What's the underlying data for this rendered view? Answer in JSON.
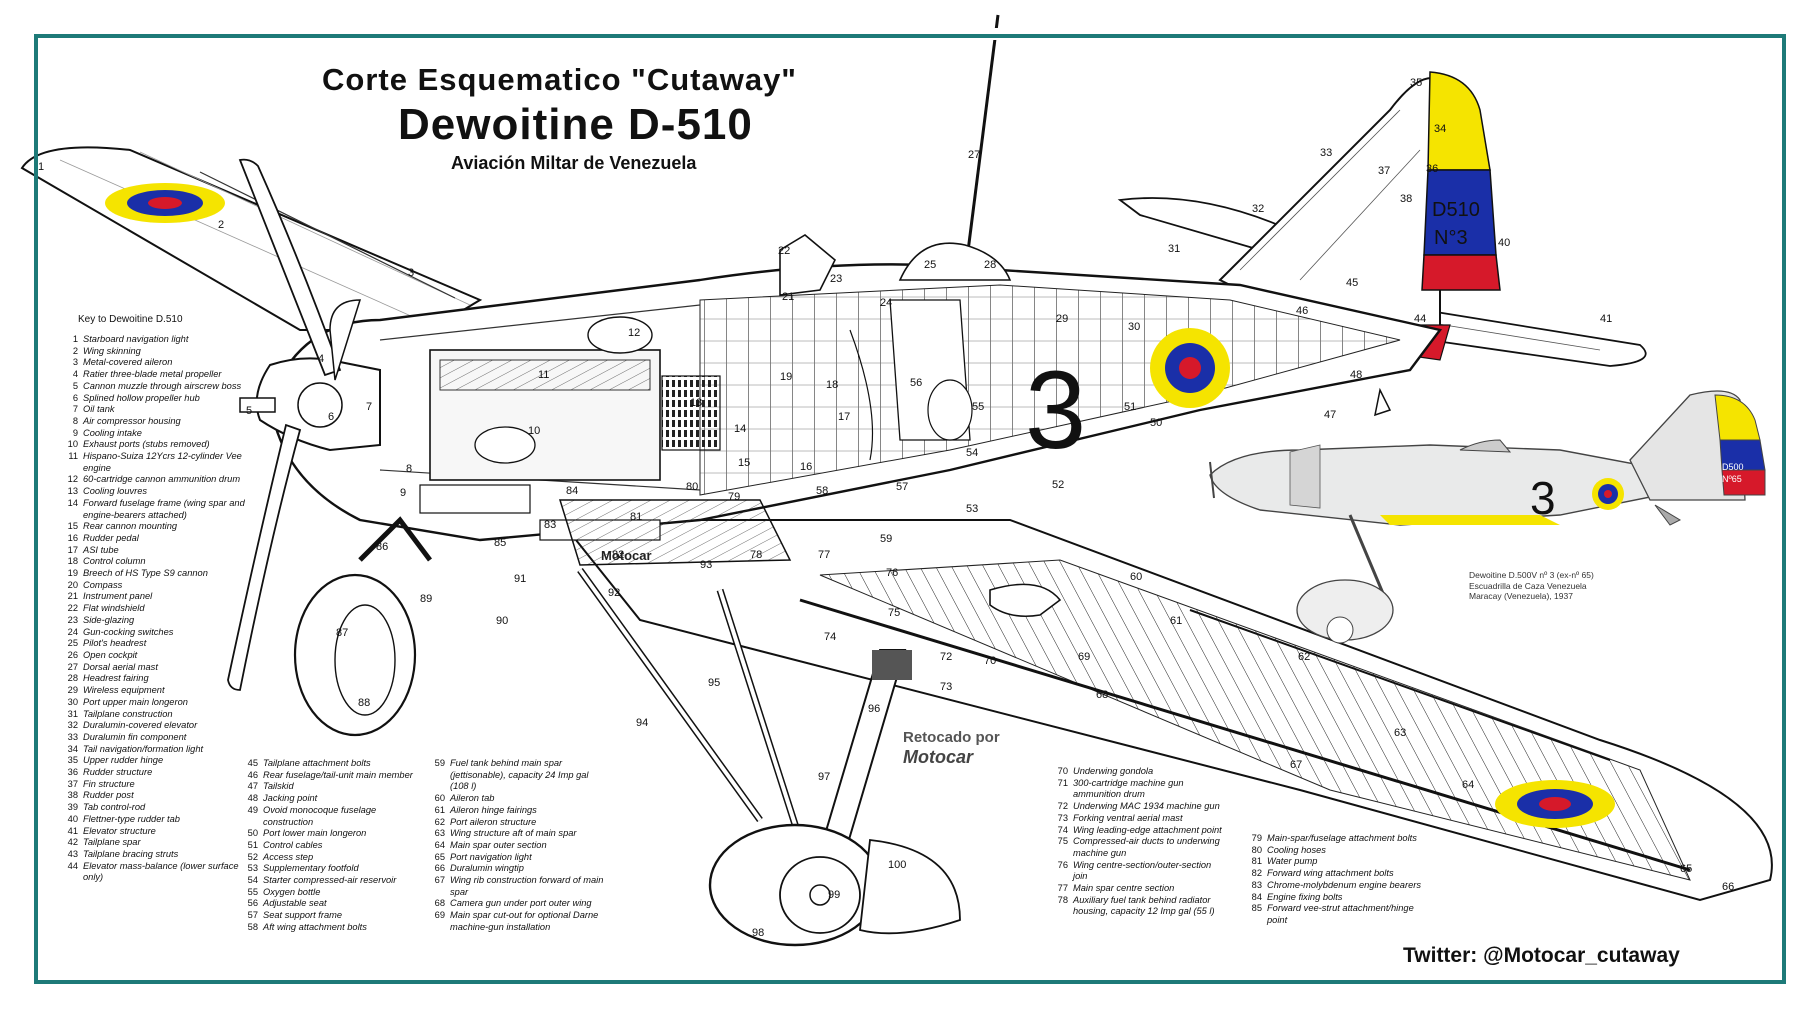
{
  "title": {
    "line1": "Corte Esquematico \"Cutaway\"",
    "line2": "Dewoitine D-510",
    "line3": "Aviación Miltar de Venezuela"
  },
  "key": {
    "heading": "Key to Dewoitine D.510",
    "columns": [
      [
        {
          "n": "1",
          "label": "Starboard navigation light"
        },
        {
          "n": "2",
          "label": "Wing skinning"
        },
        {
          "n": "3",
          "label": "Metal-covered aileron"
        },
        {
          "n": "4",
          "label": "Ratier three-blade metal propeller"
        },
        {
          "n": "5",
          "label": "Cannon muzzle through airscrew boss"
        },
        {
          "n": "6",
          "label": "Splined hollow propeller hub"
        },
        {
          "n": "7",
          "label": "Oil tank"
        },
        {
          "n": "8",
          "label": "Air compressor housing"
        },
        {
          "n": "9",
          "label": "Cooling intake"
        },
        {
          "n": "10",
          "label": "Exhaust ports (stubs removed)"
        },
        {
          "n": "11",
          "label": "Hispano-Suiza 12Ycrs 12-cylinder Vee engine"
        },
        {
          "n": "12",
          "label": "60-cartridge cannon ammunition drum"
        },
        {
          "n": "13",
          "label": "Cooling louvres"
        },
        {
          "n": "14",
          "label": "Forward fuselage frame (wing spar and engine-bearers attached)"
        },
        {
          "n": "15",
          "label": "Rear cannon mounting"
        },
        {
          "n": "16",
          "label": "Rudder pedal"
        },
        {
          "n": "17",
          "label": "ASI tube"
        },
        {
          "n": "18",
          "label": "Control column"
        },
        {
          "n": "19",
          "label": "Breech of HS Type S9 cannon"
        },
        {
          "n": "20",
          "label": "Compass"
        },
        {
          "n": "21",
          "label": "Instrument panel"
        },
        {
          "n": "22",
          "label": "Flat windshield"
        },
        {
          "n": "23",
          "label": "Side-glazing"
        },
        {
          "n": "24",
          "label": "Gun-cocking switches"
        },
        {
          "n": "25",
          "label": "Pilot's headrest"
        },
        {
          "n": "26",
          "label": "Open cockpit"
        },
        {
          "n": "27",
          "label": "Dorsal aerial mast"
        },
        {
          "n": "28",
          "label": "Headrest fairing"
        },
        {
          "n": "29",
          "label": "Wireless equipment"
        },
        {
          "n": "30",
          "label": "Port upper main longeron"
        },
        {
          "n": "31",
          "label": "Tailplane construction"
        },
        {
          "n": "32",
          "label": "Duralumin-covered elevator"
        },
        {
          "n": "33",
          "label": "Duralumin fin component"
        },
        {
          "n": "34",
          "label": "Tail navigation/formation light"
        },
        {
          "n": "35",
          "label": "Upper rudder hinge"
        },
        {
          "n": "36",
          "label": "Rudder structure"
        },
        {
          "n": "37",
          "label": "Fin structure"
        },
        {
          "n": "38",
          "label": "Rudder post"
        },
        {
          "n": "39",
          "label": "Tab control-rod"
        },
        {
          "n": "40",
          "label": "Flettner-type rudder tab"
        },
        {
          "n": "41",
          "label": "Elevator structure"
        },
        {
          "n": "42",
          "label": "Tailplane spar"
        },
        {
          "n": "43",
          "label": "Tailplane bracing struts"
        },
        {
          "n": "44",
          "label": "Elevator mass-balance (lower surface only)"
        }
      ],
      [
        {
          "n": "45",
          "label": "Tailplane attachment bolts"
        },
        {
          "n": "46",
          "label": "Rear fuselage/tail-unit main member"
        },
        {
          "n": "47",
          "label": "Tailskid"
        },
        {
          "n": "48",
          "label": "Jacking point"
        },
        {
          "n": "49",
          "label": "Ovoid monocoque fuselage construction"
        },
        {
          "n": "50",
          "label": "Port lower main longeron"
        },
        {
          "n": "51",
          "label": "Control cables"
        },
        {
          "n": "52",
          "label": "Access step"
        },
        {
          "n": "53",
          "label": "Supplementary footfold"
        },
        {
          "n": "54",
          "label": "Starter compressed-air reservoir"
        },
        {
          "n": "55",
          "label": "Oxygen bottle"
        },
        {
          "n": "56",
          "label": "Adjustable seat"
        },
        {
          "n": "57",
          "label": "Seat support frame"
        },
        {
          "n": "58",
          "label": "Aft wing attachment bolts"
        }
      ],
      [
        {
          "n": "59",
          "label": "Fuel tank behind main spar (jettisonable), capacity 24 Imp gal (108 l)"
        },
        {
          "n": "60",
          "label": "Aileron tab"
        },
        {
          "n": "61",
          "label": "Aileron hinge fairings"
        },
        {
          "n": "62",
          "label": "Port aileron structure"
        },
        {
          "n": "63",
          "label": "Wing structure aft of main spar"
        },
        {
          "n": "64",
          "label": "Main spar outer section"
        },
        {
          "n": "65",
          "label": "Port navigation light"
        },
        {
          "n": "66",
          "label": "Duralumin wingtip"
        },
        {
          "n": "67",
          "label": "Wing rib construction forward of main spar"
        },
        {
          "n": "68",
          "label": "Camera gun under port outer wing"
        },
        {
          "n": "69",
          "label": "Main spar cut-out for optional Darne machine-gun installation"
        }
      ],
      [
        {
          "n": "70",
          "label": "Underwing gondola"
        },
        {
          "n": "71",
          "label": "300-cartridge machine gun ammunition drum"
        },
        {
          "n": "72",
          "label": "Underwing MAC 1934 machine gun"
        },
        {
          "n": "73",
          "label": "Forking ventral aerial mast"
        },
        {
          "n": "74",
          "label": "Wing leading-edge attachment point"
        },
        {
          "n": "75",
          "label": "Compressed-air ducts to underwing machine gun"
        },
        {
          "n": "76",
          "label": "Wing centre-section/outer-section join"
        },
        {
          "n": "77",
          "label": "Main spar centre section"
        },
        {
          "n": "78",
          "label": "Auxiliary fuel tank behind radiator housing, capacity 12 Imp gal (55 l)"
        }
      ],
      [
        {
          "n": "79",
          "label": "Main-spar/fuselage attachment bolts"
        },
        {
          "n": "80",
          "label": "Cooling hoses"
        },
        {
          "n": "81",
          "label": "Water pump"
        },
        {
          "n": "82",
          "label": "Forward wing attachment bolts"
        },
        {
          "n": "83",
          "label": "Chrome-molybdenum engine bearers"
        },
        {
          "n": "84",
          "label": "Engine fixing bolts"
        },
        {
          "n": "85",
          "label": "Forward vee-strut attachment/hinge point"
        }
      ]
    ]
  },
  "callouts": [
    {
      "n": "1"
    },
    {
      "n": "2"
    },
    {
      "n": "3"
    },
    {
      "n": "4"
    },
    {
      "n": "5"
    },
    {
      "n": "6"
    },
    {
      "n": "7"
    },
    {
      "n": "8"
    },
    {
      "n": "9"
    },
    {
      "n": "10"
    },
    {
      "n": "11"
    },
    {
      "n": "12"
    },
    {
      "n": "13"
    },
    {
      "n": "14"
    },
    {
      "n": "15"
    },
    {
      "n": "16"
    },
    {
      "n": "17"
    },
    {
      "n": "18"
    },
    {
      "n": "19"
    },
    {
      "n": "21"
    },
    {
      "n": "22"
    },
    {
      "n": "23"
    },
    {
      "n": "24"
    },
    {
      "n": "25"
    },
    {
      "n": "27"
    },
    {
      "n": "28"
    },
    {
      "n": "29"
    },
    {
      "n": "30"
    },
    {
      "n": "31"
    },
    {
      "n": "32"
    },
    {
      "n": "33"
    },
    {
      "n": "34"
    },
    {
      "n": "35"
    },
    {
      "n": "36"
    },
    {
      "n": "37"
    },
    {
      "n": "38"
    },
    {
      "n": "40"
    },
    {
      "n": "41"
    },
    {
      "n": "44"
    },
    {
      "n": "45"
    },
    {
      "n": "46"
    },
    {
      "n": "47"
    },
    {
      "n": "48"
    },
    {
      "n": "50"
    },
    {
      "n": "51"
    },
    {
      "n": "52"
    },
    {
      "n": "53"
    },
    {
      "n": "54"
    },
    {
      "n": "55"
    },
    {
      "n": "56"
    },
    {
      "n": "57"
    },
    {
      "n": "58"
    },
    {
      "n": "59"
    },
    {
      "n": "60"
    },
    {
      "n": "61"
    },
    {
      "n": "62"
    },
    {
      "n": "63"
    },
    {
      "n": "64"
    },
    {
      "n": "65"
    },
    {
      "n": "66"
    },
    {
      "n": "67"
    },
    {
      "n": "68"
    },
    {
      "n": "69"
    },
    {
      "n": "70"
    },
    {
      "n": "72"
    },
    {
      "n": "73"
    },
    {
      "n": "74"
    },
    {
      "n": "75"
    },
    {
      "n": "76"
    },
    {
      "n": "77"
    },
    {
      "n": "78"
    },
    {
      "n": "79"
    },
    {
      "n": "80"
    },
    {
      "n": "81"
    },
    {
      "n": "82"
    },
    {
      "n": "83"
    },
    {
      "n": "84"
    },
    {
      "n": "85"
    },
    {
      "n": "86"
    },
    {
      "n": "87"
    },
    {
      "n": "88"
    },
    {
      "n": "89"
    },
    {
      "n": "90"
    },
    {
      "n": "91"
    },
    {
      "n": "92"
    },
    {
      "n": "93"
    },
    {
      "n": "94"
    },
    {
      "n": "95"
    },
    {
      "n": "96"
    },
    {
      "n": "97"
    },
    {
      "n": "98"
    },
    {
      "n": "99"
    },
    {
      "n": "100"
    }
  ],
  "fuselage_number": "3",
  "tail_marking": {
    "line1": "D510",
    "line2": "N°3"
  },
  "watermark": "Motocar",
  "retouch": {
    "label": "Retocado por",
    "signature": "Motocar"
  },
  "profile": {
    "caption": [
      "Dewoitine D.500V nº 3 (ex-nº 65)",
      "Escuadrilla de Caza Venezuela",
      "Maracay (Venezuela), 1937"
    ],
    "number": "3",
    "tail_line1": "D500",
    "tail_line2": "Nº65"
  },
  "twitter": "Twitter: @Motocar_cutaway",
  "colors": {
    "frame": "#1d7a78",
    "roundel_yellow": "#f5e400",
    "roundel_blue": "#1a2fa8",
    "roundel_red": "#d6192a",
    "line": "#1a1a1a"
  }
}
